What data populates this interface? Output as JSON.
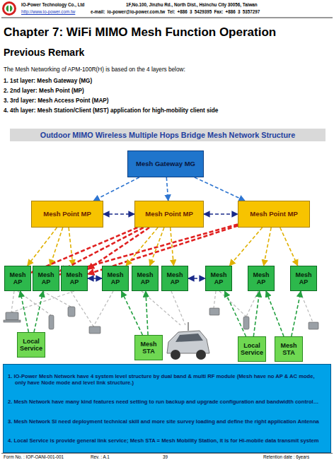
{
  "diagram": {
    "title": "Chapter 7: WiFi MIMO Mesh Function Operation",
    "nodes": [
      {
        "text": [
          "Outdoor MIMO Wireless Multiple Hops Bridge Mesh Network Structure"
        ]
      },
      {
        "text": [
          "Mesh Gateway MG"
        ]
      },
      {
        "text": [
          "Mesh Point MP"
        ]
      },
      {
        "text": [
          "Mesh Point MP"
        ]
      },
      {
        "text": [
          "Mesh Point MP"
        ]
      },
      {
        "text": [
          "Mesh AP"
        ]
      },
      {
        "text": [
          "Mesh AP"
        ]
      },
      {
        "text": [
          "Mesh AP"
        ]
      },
      {
        "text": [
          "Mesh AP"
        ]
      },
      {
        "text": [
          "Mesh AP"
        ]
      },
      {
        "text": [
          "Mesh AP"
        ]
      },
      {
        "text": [
          "Mesh AP"
        ]
      },
      {
        "text": [
          "Mesh AP"
        ]
      },
      {
        "text": [
          "Mesh AP"
        ]
      },
      {
        "text": [
          "Local Service"
        ]
      },
      {
        "text": [
          "Mesh STA"
        ]
      },
      {
        "text": [
          "Local Service"
        ]
      },
      {
        "text": [
          "Mesh STA"
        ]
      },
      {
        "text": [
          "1. IO-Power Mesh Network have 4 system level structure by dual band & multi RF module (Mesh have no AP & AC mode, only have Node mode and level link structure.)",
          "2. Mesh Network have many kind features need setting to run backup and upgrade configuration and bandwidth control…",
          "3. Mesh Network SI need deployment technical skill and more site survey loading and define the right application Antenna",
          "4. Local Service is provide general link service; Mesh STA = Mesh Mobility Station, it is for Hi-mobile data transmit system"
        ]
      }
    ],
    "edges": [
      {
        "from": 1,
        "to": 2,
        "arrow": "to"
      },
      {
        "from": 1,
        "to": 3,
        "arrow": "to"
      },
      {
        "from": 1,
        "to": 4,
        "arrow": "to"
      },
      {
        "from": 2,
        "to": 3,
        "arrow": "both"
      },
      {
        "from": 3,
        "to": 4,
        "arrow": "both"
      },
      {
        "from": 2,
        "to": 5,
        "arrow": "to"
      },
      {
        "from": 2,
        "to": 6,
        "arrow": "to"
      },
      {
        "from": 2,
        "to": 7,
        "arrow": "to"
      },
      {
        "from": 3,
        "to": 5,
        "arrow": "to"
      },
      {
        "from": 3,
        "to": 6,
        "arrow": "to"
      },
      {
        "from": 3,
        "to": 7,
        "arrow": "to"
      },
      {
        "from": 4,
        "to": 6,
        "arrow": "to"
      },
      {
        "from": 4,
        "to": 7,
        "arrow": "to"
      },
      {
        "from": 3,
        "to": 8,
        "arrow": "to"
      },
      {
        "from": 3,
        "to": 9,
        "arrow": "to"
      },
      {
        "from": 3,
        "to": 10,
        "arrow": "to"
      },
      {
        "from": 4,
        "to": 11,
        "arrow": "to"
      },
      {
        "from": 4,
        "to": 12,
        "arrow": "to"
      },
      {
        "from": 4,
        "to": 13,
        "arrow": "to"
      },
      {
        "from": 7,
        "to": 8,
        "arrow": "both"
      },
      {
        "from": 10,
        "to": 11,
        "arrow": "both"
      },
      {
        "from": 14,
        "to": 5,
        "arrow": "to"
      },
      {
        "from": 14,
        "to": 6,
        "arrow": "to"
      },
      {
        "from": 15,
        "to": 8,
        "arrow": "to"
      },
      {
        "from": 15,
        "to": 9,
        "arrow": "to"
      },
      {
        "from": 16,
        "to": 11,
        "arrow": "to"
      },
      {
        "from": 16,
        "to": 12,
        "arrow": "to"
      },
      {
        "from": 17,
        "to": 12,
        "arrow": "to"
      },
      {
        "from": 17,
        "to": 13,
        "arrow": "to"
      }
    ],
    "labels": [
      "IO-Power Technology Co., Ltd",
      "1F,No.100, Jinzhu Rd., North Dist., Hsinchu City 30056, Taiwan",
      "http://www.io-power.com.tw",
      "e-mail: io-power@io-power.com.tw Tel: +886 3 5429395 Fax: +886 3 5357297",
      "Previous Remark",
      "The Mesh Networking of APM-100R(H) is based on the 4 layers below:",
      "1. 1st layer: Mesh Gateway (MG)",
      "2. 2nd layer: Mesh Point (MP)",
      "3. 3rd layer: Mesh Access Point (MAP)",
      "4. 4th layer: Mesh Station/Client (MST) application for high-mobility client side",
      "Form No. : IOP-OANI-001-001",
      "Rev. : A.1",
      "39",
      "Retention date : 6years"
    ]
  }
}
